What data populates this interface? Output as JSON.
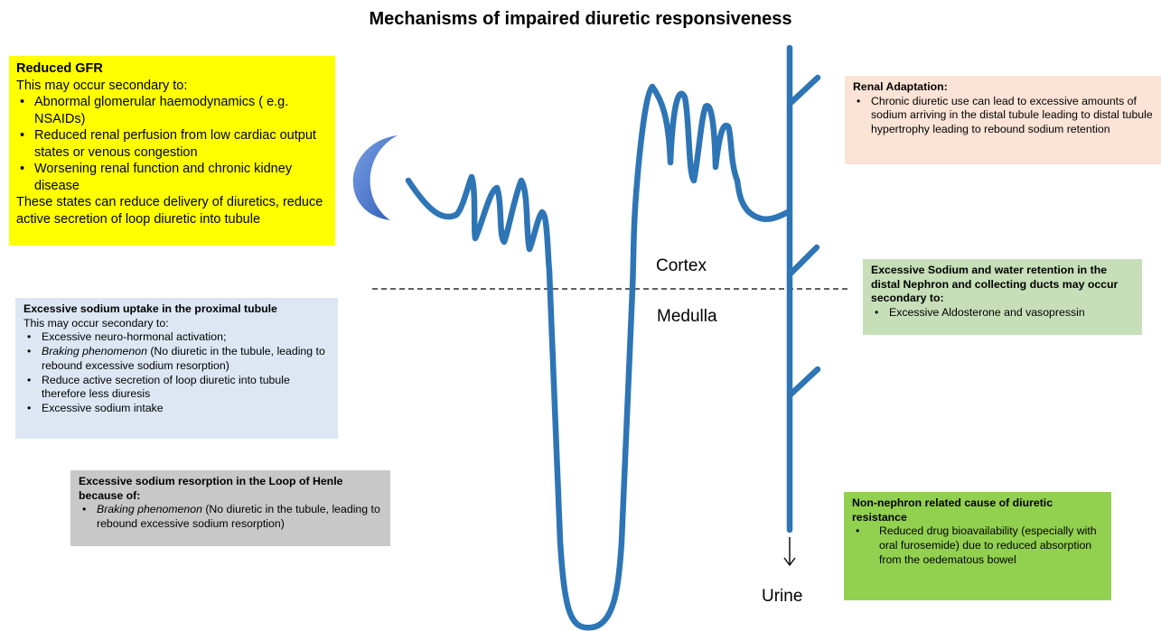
{
  "title": "Mechanisms of impaired diuretic responsiveness",
  "labels": {
    "cortex": "Cortex",
    "medulla": "Medulla",
    "urine": "Urine"
  },
  "boxes": {
    "reduced_gfr": {
      "heading": "Reduced GFR",
      "intro": "This may occur secondary to:",
      "items": [
        "Abnormal glomerular haemodynamics ( e.g. NSAIDs)",
        "Reduced renal perfusion from low cardiac output states or venous congestion",
        "Worsening renal function and chronic kidney disease"
      ],
      "outro": "These states can reduce delivery of diuretics, reduce active secretion of loop diuretic into tubule"
    },
    "proximal": {
      "heading": "Excessive sodium uptake in the proximal tubule",
      "intro": "This may occur secondary to:",
      "items": [
        "Excessive neuro-hormonal activation;",
        "Reduce active secretion of loop diuretic into tubule therefore less diuresis",
        "Excessive sodium intake"
      ],
      "braking_em": "Braking phenomenon",
      "braking_rest": " (No diuretic in the tubule, leading to rebound excessive sodium resorption)"
    },
    "loop": {
      "heading": "Excessive sodium resorption in the Loop of Henle because of:",
      "braking_em": "Braking phenomenon",
      "braking_rest": " (No diuretic in the tubule, leading to rebound excessive sodium resorption)"
    },
    "adaptation": {
      "heading": "Renal Adaptation:",
      "items": [
        "Chronic diuretic use can lead to excessive amounts of sodium arriving in the distal tubule leading to distal tubule hypertrophy leading to rebound sodium retention"
      ]
    },
    "distal": {
      "heading": "Excessive Sodium and water retention in the distal Nephron and collecting ducts may occur secondary to:",
      "items": [
        "Excessive Aldosterone and vasopressin"
      ]
    },
    "non_nephron": {
      "heading": "Non-nephron related cause of diuretic resistance",
      "items": [
        "Reduced drug bioavailability (especially with oral furosemide) due to reduced absorption from the oedematous bowel"
      ]
    }
  },
  "colors": {
    "tubule": "#2e75b6",
    "capsule": "#4472c4",
    "gfr_box": "#ffff00",
    "proximal_box": "#dce7f3",
    "loop_box": "#c8c8c8",
    "adaptation_box": "#fbe3d6",
    "distal_box": "#c6dfb8",
    "non_nephron_box": "#92d050"
  }
}
